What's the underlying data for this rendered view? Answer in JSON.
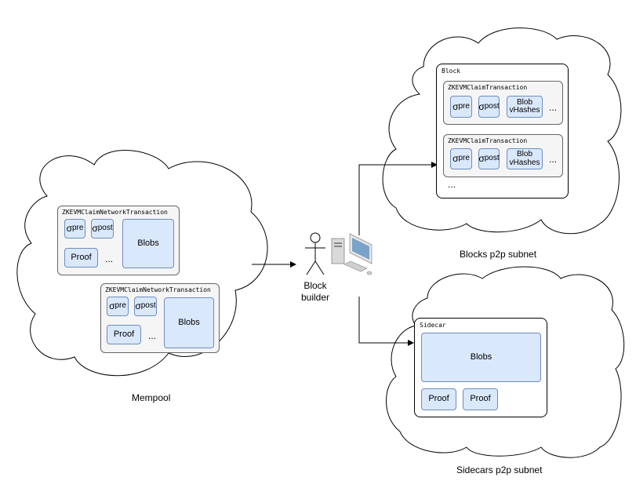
{
  "mempool": {
    "label": "Mempool",
    "tx1": {
      "title": "ZKEVMClaimNetworkTransaction",
      "sigma": "σ",
      "pre": "pre",
      "post": "post",
      "proof": "Proof",
      "ellipsis": "...",
      "blobs": "Blobs"
    },
    "tx2": {
      "title": "ZKEVMClaimNetworkTransaction",
      "sigma": "σ",
      "pre": "pre",
      "post": "post",
      "proof": "Proof",
      "ellipsis": "...",
      "blobs": "Blobs"
    }
  },
  "builder": {
    "label_line1": "Block",
    "label_line2": "builder"
  },
  "blocks_subnet": {
    "label": "Blocks p2p subnet",
    "block_title": "Block",
    "tx1": {
      "title": "ZKEVMClaimTransaction",
      "sigma": "σ",
      "pre": "pre",
      "post": "post",
      "blob1": "Blob",
      "blob2": "vHashes",
      "ellipsis": "..."
    },
    "tx2": {
      "title": "ZKEVMClaimTransaction",
      "sigma": "σ",
      "pre": "pre",
      "post": "post",
      "blob1": "Blob",
      "blob2": "vHashes",
      "ellipsis": "..."
    },
    "more": "..."
  },
  "sidecars_subnet": {
    "label": "Sidecars p2p subnet",
    "sidecar_title": "Sidecar",
    "blobs": "Blobs",
    "proof1": "Proof",
    "proof2": "Proof"
  },
  "icons": [
    "person-icon",
    "computer-icon"
  ]
}
